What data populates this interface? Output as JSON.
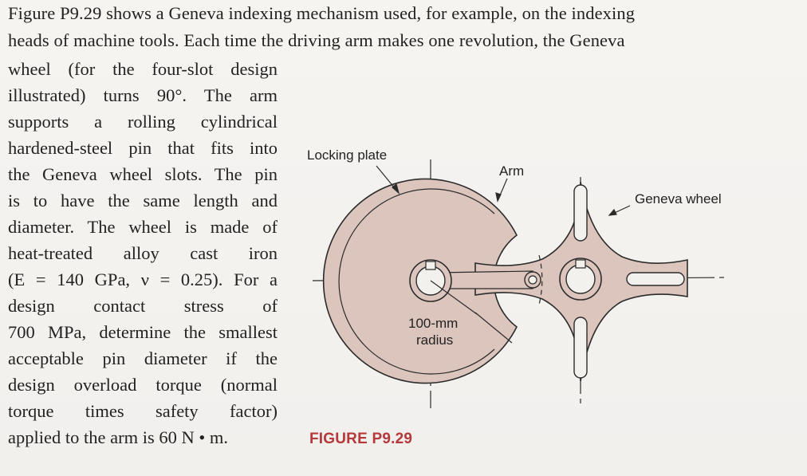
{
  "problem": {
    "line1": "Figure P9.29 shows a Geneva indexing mechanism used, for example, on the indexing",
    "line2": "heads of machine tools. Each time the driving arm makes one revolution, the Geneva",
    "narrow_lines": [
      "wheel (for the four-slot design",
      "illustrated) turns 90°. The arm",
      "supports a rolling cylindrical",
      "hardened-steel pin that fits into",
      "the Geneva wheel slots. The pin",
      "is to have the same length and",
      "diameter. The wheel is made of",
      "heat-treated alloy cast iron",
      "(E = 140 GPa, ν = 0.25). For a",
      "design contact stress of",
      "700 MPa, determine the smallest",
      "acceptable pin diameter if the",
      "design overload torque (normal",
      "torque times safety factor)",
      "applied to the arm is 60 N • m."
    ]
  },
  "figure": {
    "labels": {
      "locking_plate": "Locking plate",
      "arm": "Arm",
      "geneva_wheel": "Geneva wheel",
      "radius_line1": "100-mm",
      "radius_line2": "radius"
    },
    "caption": "FIGURE P9.29",
    "colors": {
      "fill": "#dcc5bd",
      "stroke": "#2b2b2b",
      "caption": "#b5383a"
    }
  }
}
